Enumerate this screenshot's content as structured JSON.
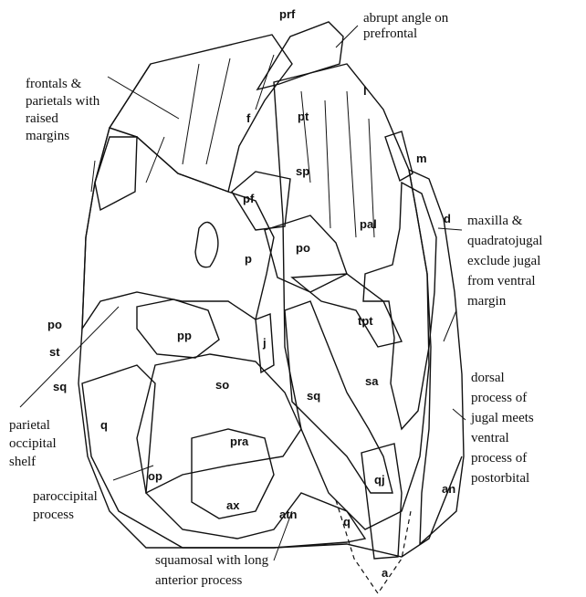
{
  "annotations": {
    "abrupt_angle": [
      "abrupt angle on",
      "prefrontal"
    ],
    "frontals": [
      "frontals &",
      "parietals with",
      "raised",
      "margins"
    ],
    "maxilla": [
      "maxilla &",
      "quadratojugal",
      "exclude jugal",
      "from ventral",
      "margin"
    ],
    "dorsal_process": [
      "dorsal",
      "process of",
      "jugal meets",
      "ventral",
      "process of",
      "postorbital"
    ],
    "parietal_shelf": [
      "parietal",
      "occipital",
      "shelf"
    ],
    "paroccipital": [
      "paroccipital",
      "process"
    ],
    "squamosal": [
      "squamosal with long",
      "anterior process"
    ]
  },
  "bone_labels": {
    "prf": "prf",
    "l": "l",
    "pt": "pt",
    "f": "f",
    "m": "m",
    "pf": "pf",
    "sp": "sp",
    "pal": "pal",
    "d": "d",
    "p": "p",
    "po_right": "po",
    "po_left": "po",
    "pp": "pp",
    "tpt": "tpt",
    "st": "st",
    "j": "j",
    "sq_left": "sq",
    "so": "so",
    "sa": "sa",
    "sq_right": "sq",
    "q_left": "q",
    "pra": "pra",
    "op": "op",
    "qj": "qj",
    "an": "an",
    "ax": "ax",
    "atn": "atn",
    "q_bottom": "q",
    "a": "a"
  },
  "colors": {
    "frontal": "#ecefa6",
    "parietal": "#bff0a6",
    "prefrontal": "#d8c4b0",
    "postfrontal": "#5c9aa6",
    "postorbital": "#e8b4e0",
    "lavender": "#b8b8e8",
    "maroon": "#b85a78",
    "jugal_olive": "#c6dc6a",
    "squamosal_light": "#e8e0a0",
    "prootic_brown": "#b89a86",
    "quadratojugal": "#f4a890",
    "dark_bone": "#5a5a5a",
    "outline": "#111111"
  }
}
